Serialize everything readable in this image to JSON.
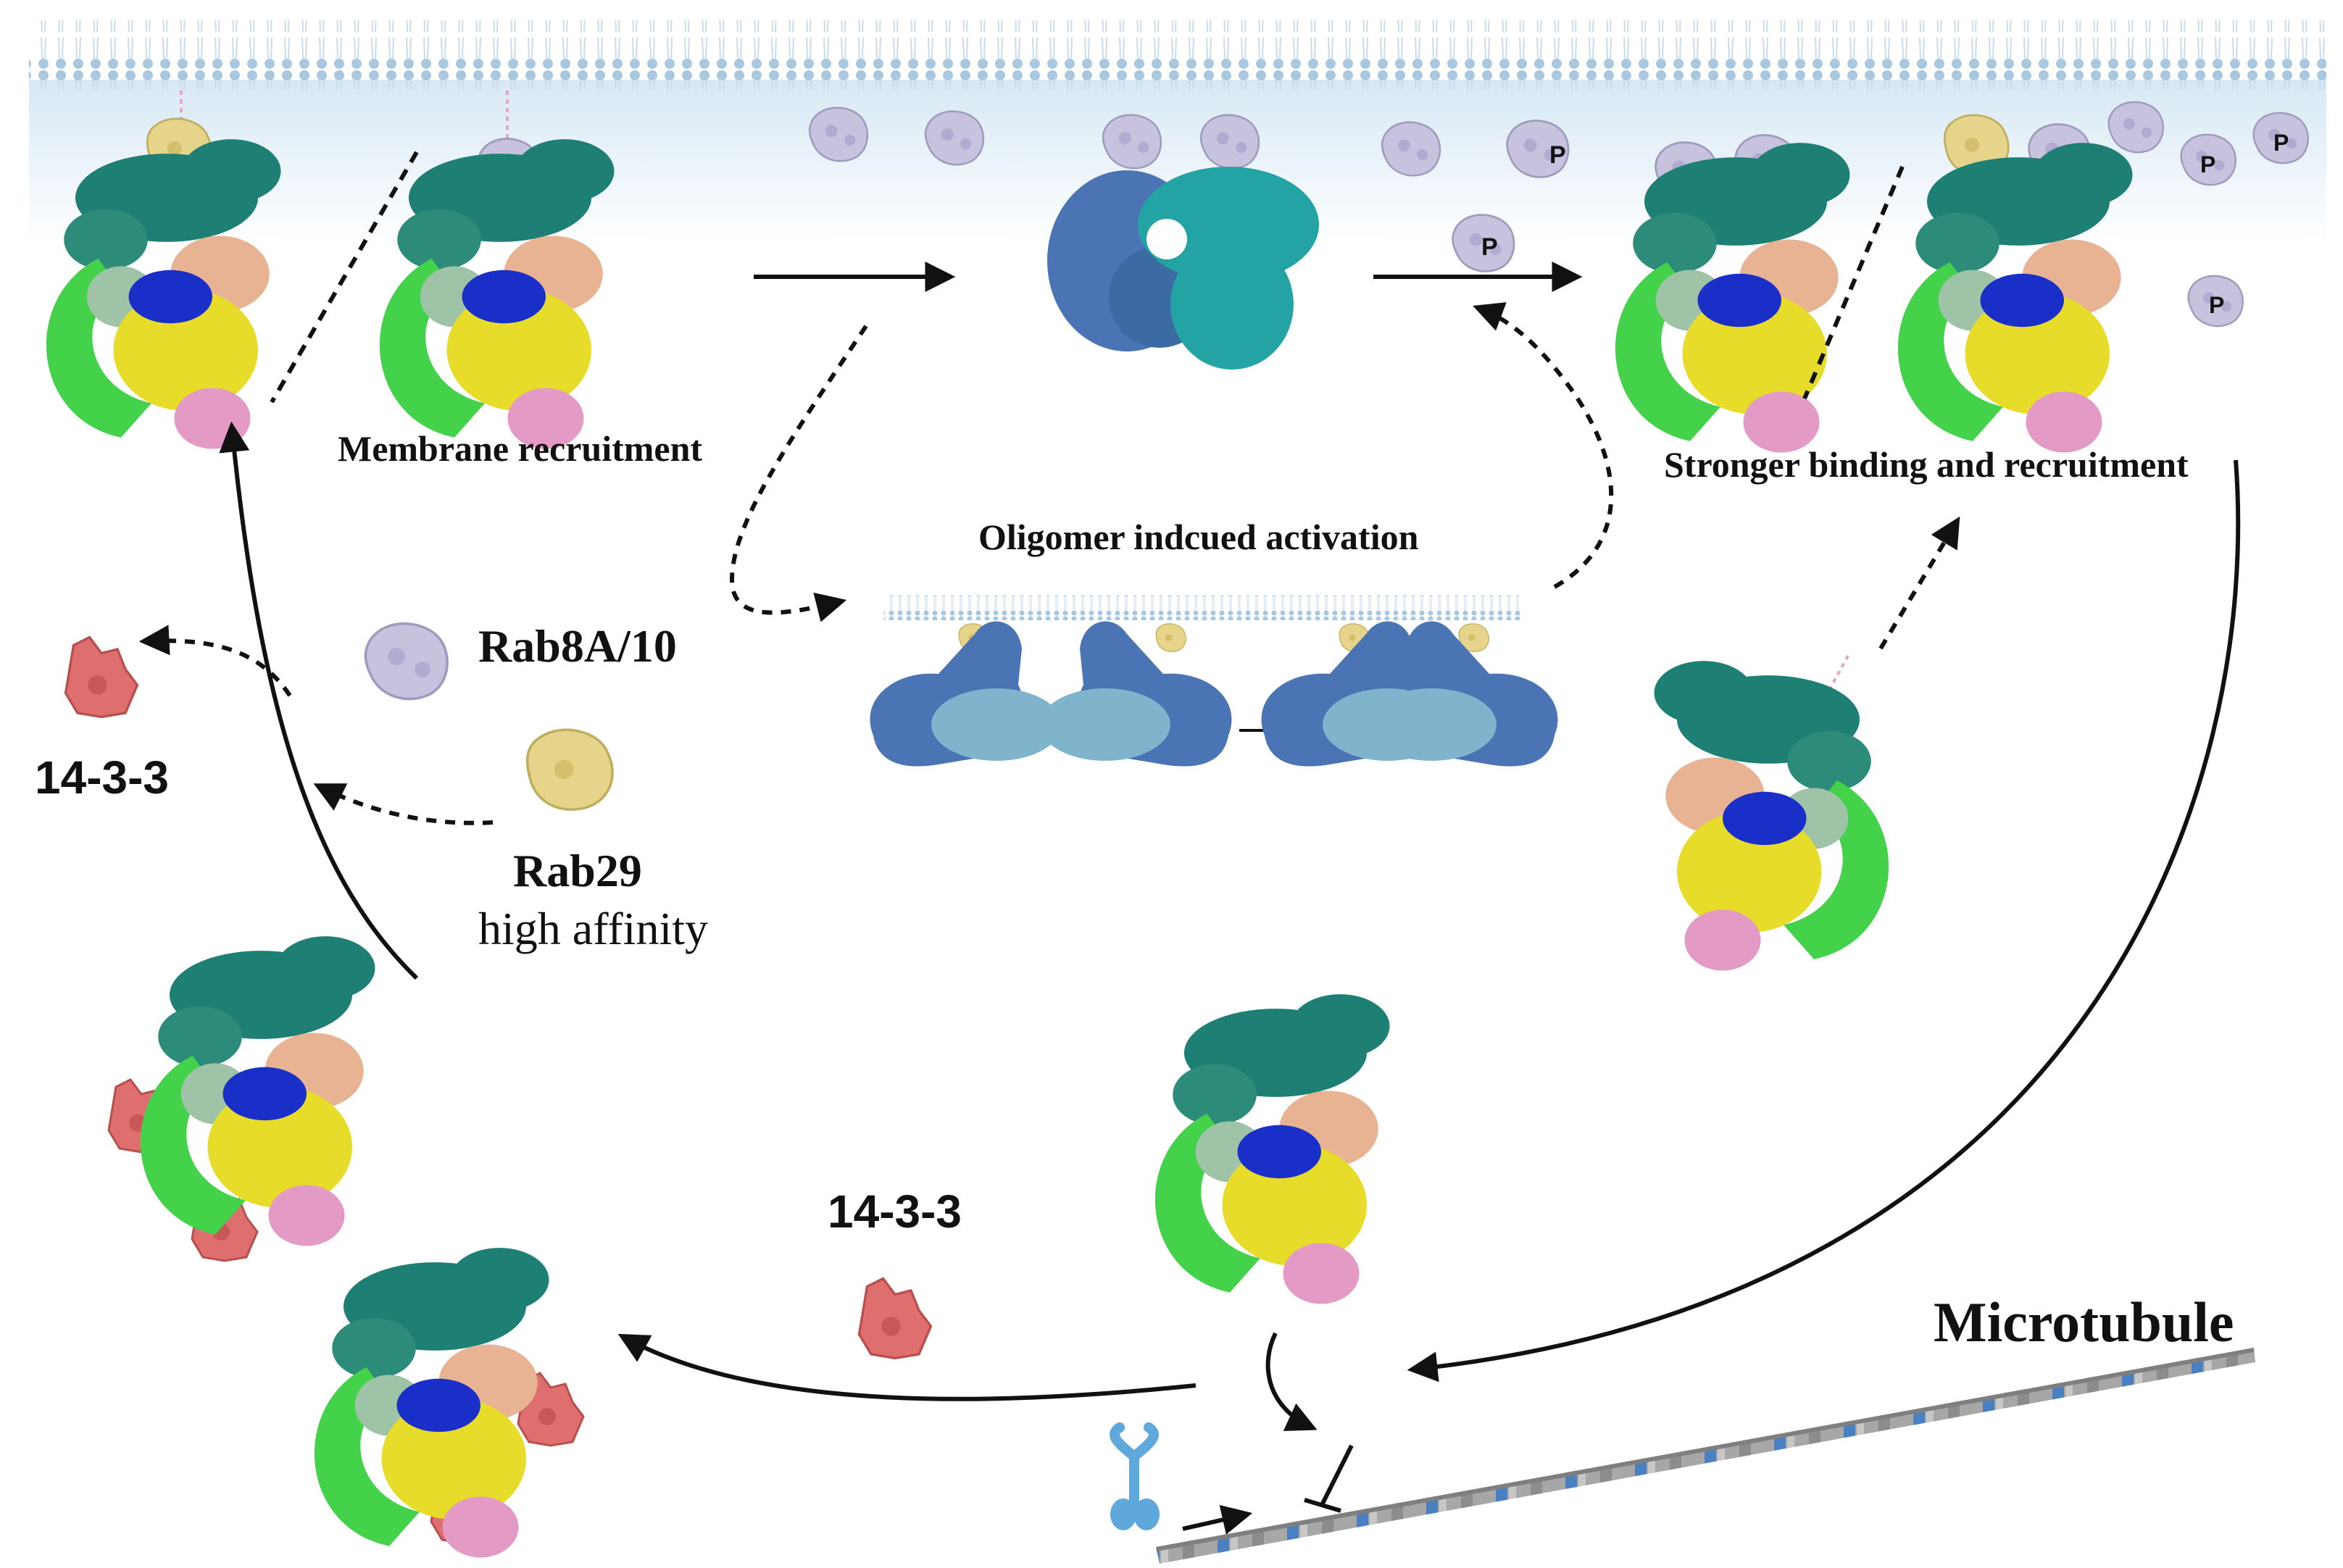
{
  "labels": {
    "membrane_recruitment": "Membrane recruitment",
    "oligomer_activation": "Oligomer indcued activation",
    "stronger_binding": "Stronger binding and recruitment",
    "rab8a": "Rab8A/10",
    "rab29": "Rab29",
    "rab29_affinity": "high affinity",
    "left_1433": "14-3-3",
    "mid_1433": "14-3-3",
    "microtubule": "Microtubule",
    "phospho": "P"
  },
  "colors": {
    "membrane": "#a9c7df",
    "membrane_tails": "#d9e8f3",
    "rab8a": "#c7c3de",
    "rab29": "#e6d48b",
    "protein_1433": "#df6f6f",
    "lrrk2_teal": "#1e7f74",
    "lrrk2_green": "#44d24a",
    "lrrk2_yellow": "#e8dc2a",
    "lrrk2_blue": "#1a2fc8",
    "lrrk2_peach": "#e8b393",
    "lrrk2_pink": "#e39ac4",
    "lrrk2_sage": "#9fc3a6",
    "dimer_blue": "#4a74b3",
    "dimer_cyan": "#23a3a3",
    "oligomer_light": "#9ed0d8",
    "kinesin": "#5fa8dc",
    "microtubule_grey": "#9a9a9a",
    "microtubule_blue": "#4a7fc2",
    "arrow": "#111111"
  },
  "icons": [
    "lrrk2-complex",
    "rab8a-protein",
    "rab29-protein",
    "1433-protein",
    "lrrk2-dimer",
    "oligomer-chain",
    "kinesin-motor",
    "microtubule-filament"
  ]
}
